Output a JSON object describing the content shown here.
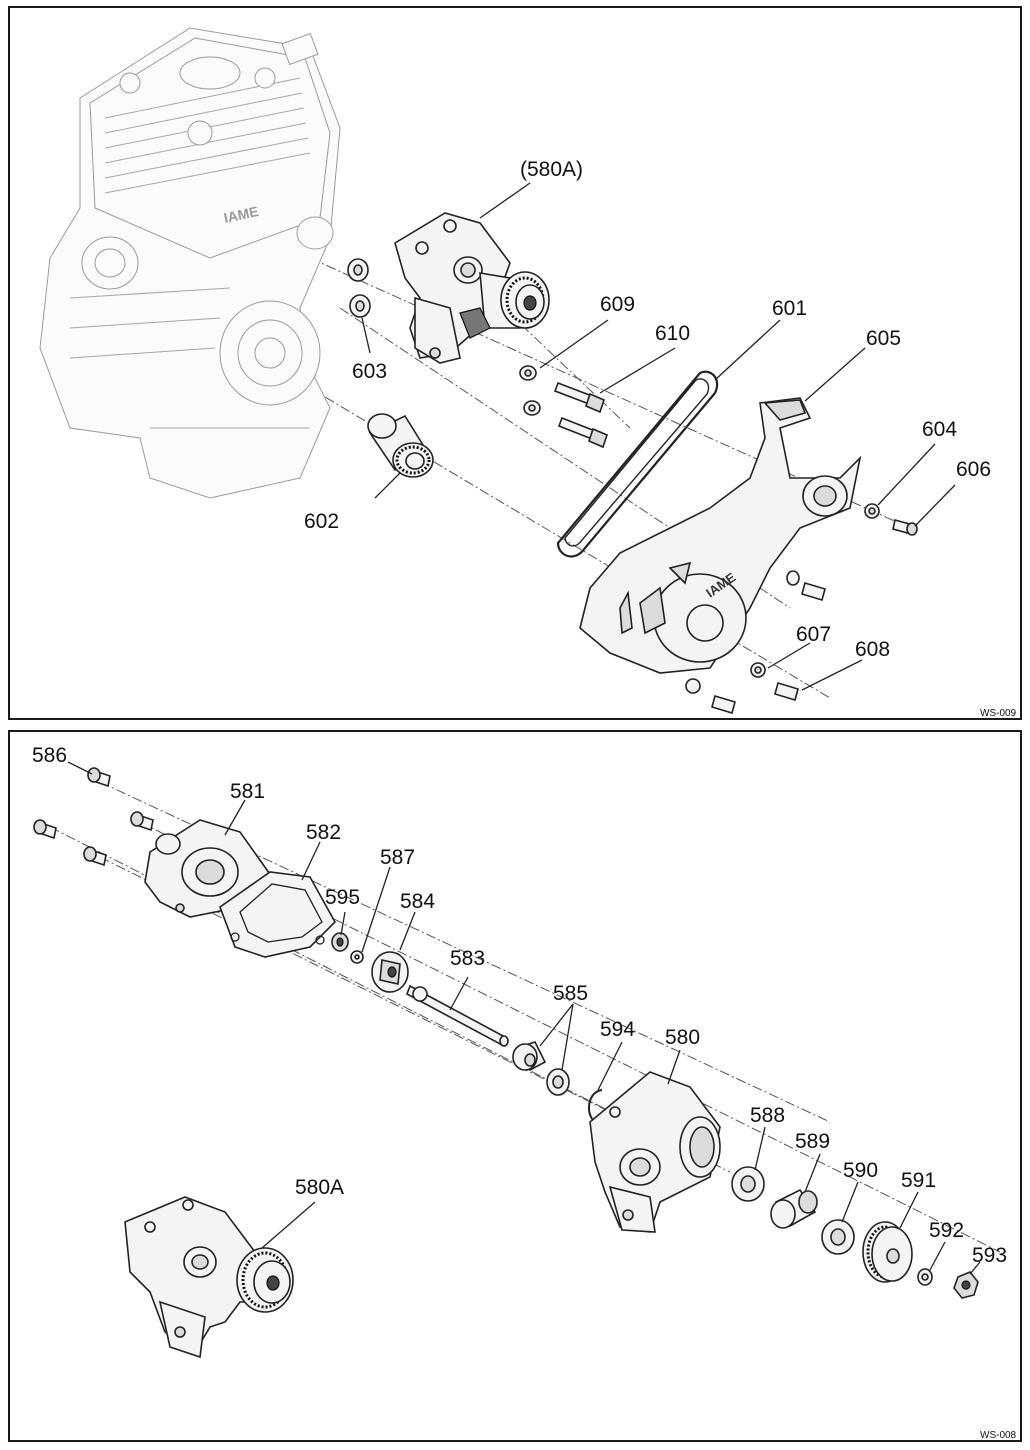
{
  "top_panel": {
    "ref_code": "WS-009",
    "labels": {
      "p580A": "(580A)",
      "p601": "601",
      "p602": "602",
      "p603": "603",
      "p604": "604",
      "p605": "605",
      "p606": "606",
      "p607": "607",
      "p608": "608",
      "p609": "609",
      "p610": "610"
    },
    "engine_logo": "IAME",
    "cover_logo": "IAME"
  },
  "bottom_panel": {
    "ref_code": "WS-008",
    "labels": {
      "p580": "580",
      "p580A": "580A",
      "p581": "581",
      "p582": "582",
      "p583": "583",
      "p584": "584",
      "p585": "585",
      "p586": "586",
      "p587": "587",
      "p588": "588",
      "p589": "589",
      "p590": "590",
      "p591": "591",
      "p592": "592",
      "p593": "593",
      "p594": "594",
      "p595": "595"
    }
  }
}
